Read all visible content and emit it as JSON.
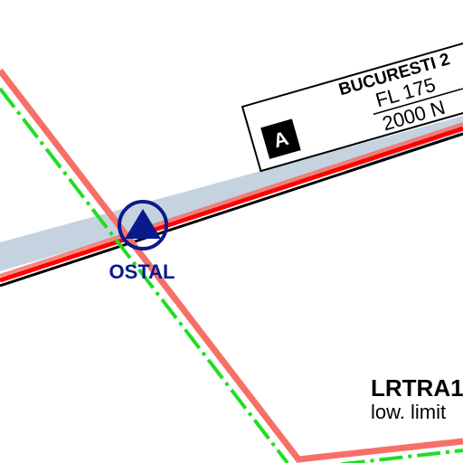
{
  "colors": {
    "background": "#ffffff",
    "airway_band": "#c5d3e0",
    "airway_line": "#000000",
    "boundary_red": "#ff0000",
    "boundary_salmon": "#f77068",
    "boundary_green": "#22dd22",
    "waypoint_blue": "#0a1a8c",
    "box_fill": "#ffffff",
    "box_stroke": "#000000",
    "class_badge_fill": "#000000",
    "class_badge_text": "#ffffff"
  },
  "waypoint": {
    "name": "OSTAL",
    "icon": "triangle-in-circle-icon"
  },
  "sector_box": {
    "name": "BUCURESTI 2",
    "upper_limit": "FL 175",
    "lower_limit": "2000 N",
    "airspace_class": "A"
  },
  "restricted_area": {
    "name": "LRTRA1",
    "lower_text": "low. limit"
  }
}
